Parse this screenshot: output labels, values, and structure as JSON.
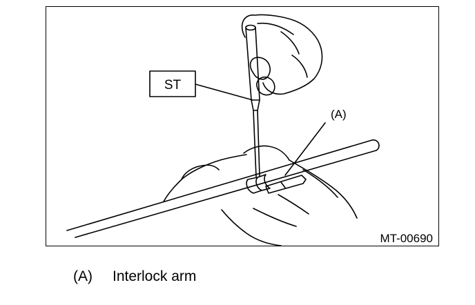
{
  "figure": {
    "code": "MT-00690",
    "callouts": {
      "tool": "ST",
      "part": "(A)"
    }
  },
  "legend": [
    {
      "key": "(A)",
      "text": "Interlock arm"
    }
  ],
  "colors": {
    "ink": "#000000",
    "paper": "#ffffff"
  }
}
